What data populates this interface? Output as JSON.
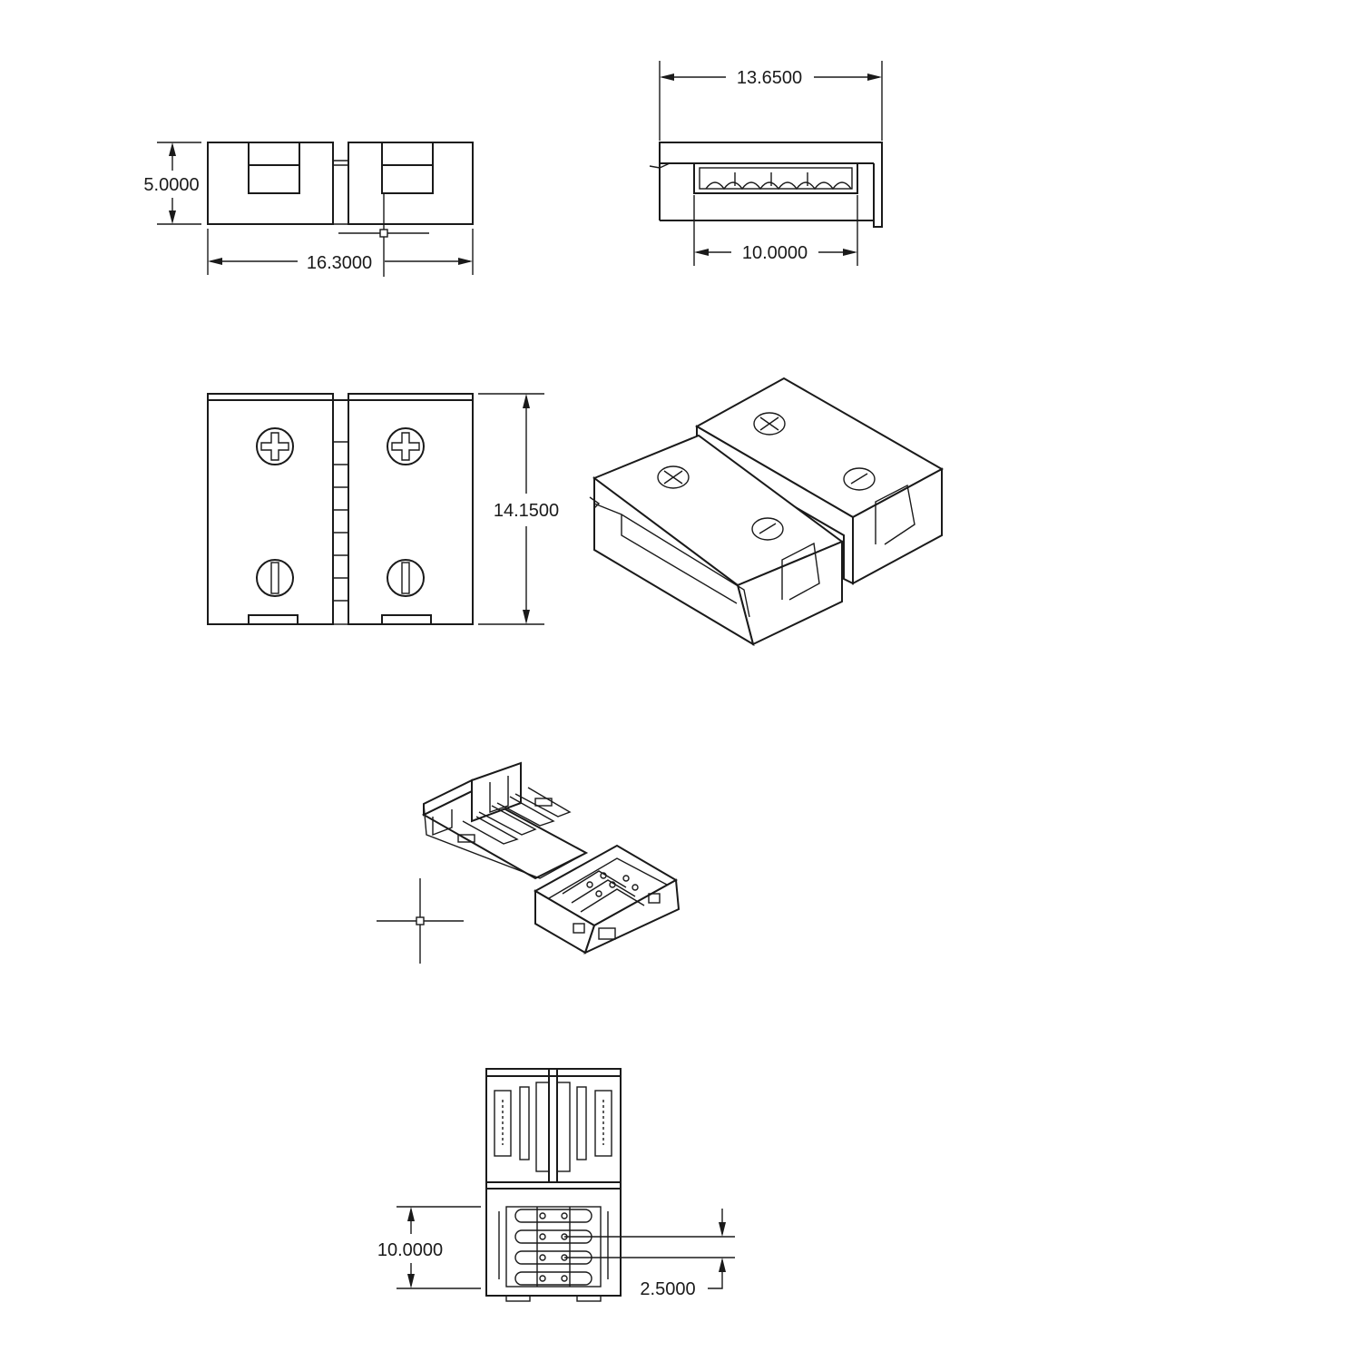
{
  "drawing": {
    "line_color": "#1a1a1a",
    "background": "#ffffff",
    "views": {
      "side_view": {
        "height_dim": "5.0000",
        "width_dim": "16.3000"
      },
      "end_view": {
        "overall_width_dim": "13.6500",
        "slot_width_dim": "10.0000"
      },
      "top_view": {
        "length_dim": "14.1500"
      },
      "isometric_closed": {},
      "isometric_open": {},
      "bottom_view": {
        "contact_span_dim": "10.0000",
        "pitch_dim": "2.5000"
      }
    }
  }
}
